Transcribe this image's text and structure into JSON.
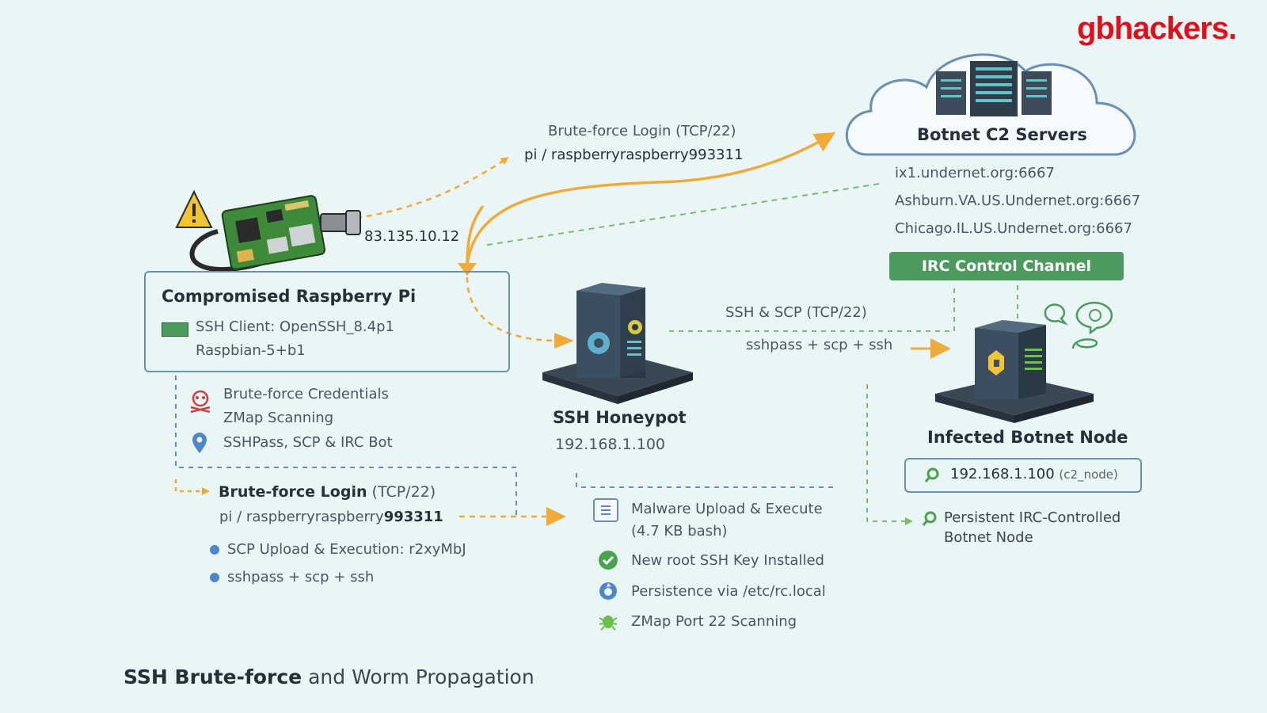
{
  "brand": {
    "logo_text": "gbhackers."
  },
  "footer": {
    "title_bold": "SSH Brute-force",
    "title_rest": " and Worm Propagation"
  },
  "raspberry_pi": {
    "ip": "83.135.10.12",
    "title": "Compromised Raspberry Pi",
    "ssh_client": "SSH Client: OpenSSH_8.4p1",
    "os": "Raspbian-5+b1"
  },
  "top_arrow": {
    "label_line1": "Brute-force Login (TCP/22)",
    "label_line2": "pi / raspberryraspberry993311"
  },
  "c2": {
    "title": "Botnet C2 Servers",
    "servers": [
      "ix1.undernet.org:6667",
      "Ashburn.VA.US.Undernet.org:6667",
      "Chicago.IL.US.Undernet.org:6667"
    ],
    "irc_label": "IRC Control Channel"
  },
  "attack_list": {
    "items": [
      "Brute-force Credentials",
      "ZMap Scanning",
      "SSHPass, SCP & IRC Bot"
    ]
  },
  "login_block": {
    "title_bold": "Brute-force Login",
    "title_rest": " (TCP/22)",
    "cred_prefix": "pi / raspberryraspberry",
    "cred_suffix": "993311",
    "bullets": [
      "SCP Upload & Execution: r2xyMbJ",
      "sshpass + scp + ssh"
    ]
  },
  "honeypot": {
    "title": "SSH Honeypot",
    "ip": "192.168.1.100"
  },
  "honeypot_link": {
    "label_top": "SSH & SCP (TCP/22)",
    "label_bottom": "sshpass + scp + ssh"
  },
  "malware_steps": {
    "items": [
      {
        "text": "Malware Upload & Execute",
        "sub": "(4.7 KB bash)",
        "icon": "document-icon"
      },
      {
        "text": "New root SSH Key Installed",
        "icon": "check-icon"
      },
      {
        "text": "Persistence via /etc/rc.local",
        "icon": "refresh-icon"
      },
      {
        "text": "ZMap Port 22 Scanning",
        "icon": "bug-icon"
      }
    ]
  },
  "infected": {
    "title": "Infected Botnet Node",
    "ip": "192.168.1.100",
    "ip_tag": "(c2_node)",
    "persist_line1": "Persistent IRC-Controlled",
    "persist_line2": "Botnet Node"
  },
  "colors": {
    "accent_orange": "#f0aa3a",
    "dashed_green": "#7dbb6e",
    "box_border": "#6b8fb3",
    "irc_green": "#4d9a5f",
    "brand_red": "#e0101b",
    "background": "#eaf6f6"
  }
}
